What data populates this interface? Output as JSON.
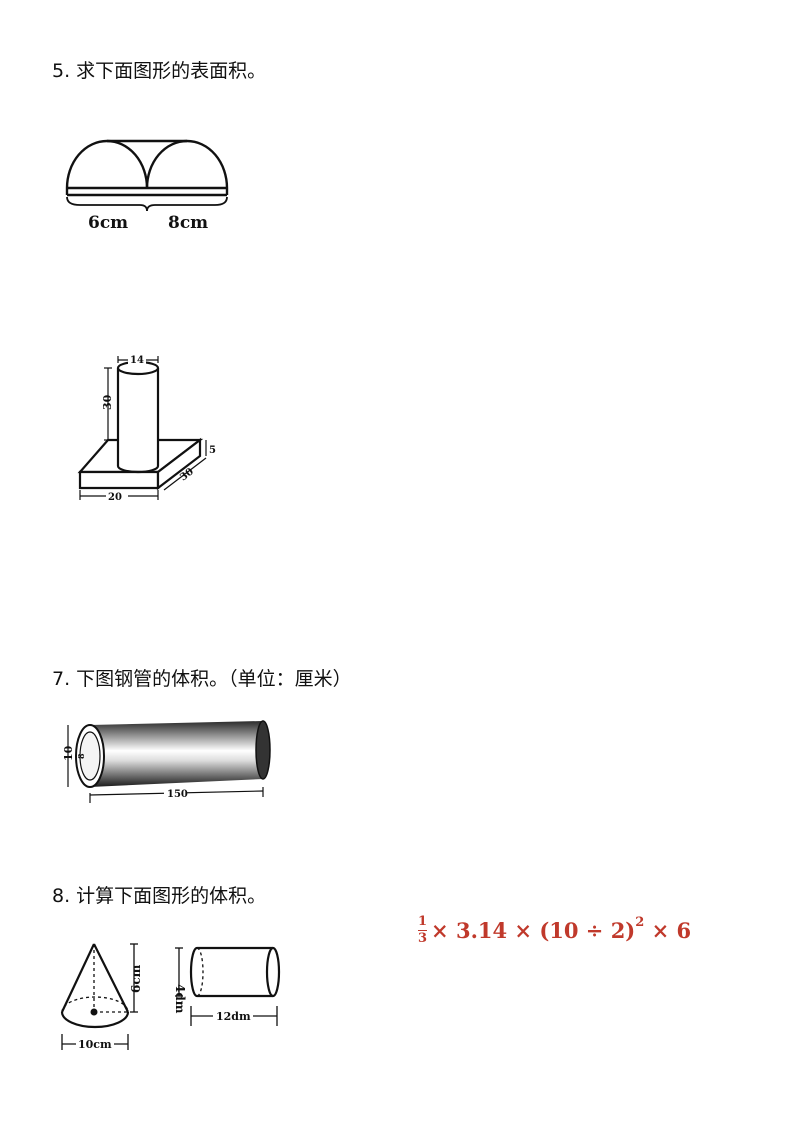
{
  "questions": [
    {
      "title": "5. 求下面图形的表面积。"
    },
    {
      "title": "7. 下图钢管的体积。（单位：厘米）"
    },
    {
      "title": "8. 计算下面图形的体积。"
    }
  ],
  "figures": {
    "half_cylinder": {
      "diameter_label": "6cm",
      "length_label": "8cm"
    },
    "cylinder_on_block": {
      "diameter_label": "14",
      "height_label": "30",
      "block_thickness_label": "5",
      "block_depth_label": "30",
      "block_width_label": "20"
    },
    "steel_pipe": {
      "outer_label": "10",
      "inner_label": "8",
      "length_label": "150"
    },
    "cone": {
      "diameter_label": "10cm",
      "height_label": "6cm"
    },
    "cylinder_small": {
      "diameter_label": "4dm",
      "length_label": "12dm"
    }
  },
  "answer": {
    "frac_num": "1",
    "frac_den": "3",
    "expr_main": "× 3.14 × (10 ÷ 2)",
    "exponent": "2",
    "expr_tail": " × 6",
    "color": "#c0392b"
  }
}
